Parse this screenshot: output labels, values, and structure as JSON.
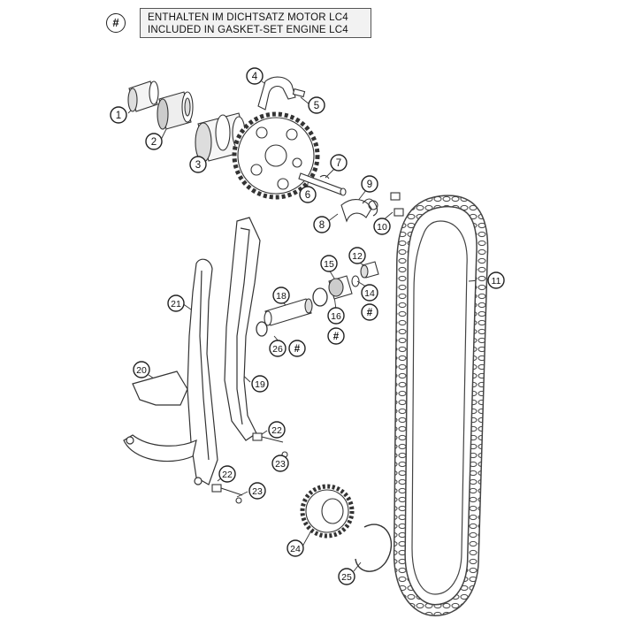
{
  "legend": {
    "symbol": "#",
    "line_de": "ENTHALTEN IM DICHTSATZ MOTOR LC4",
    "line_en": "INCLUDED IN GASKET-SET ENGINE LC4"
  },
  "callouts": [
    {
      "id": "c1",
      "label": "1"
    },
    {
      "id": "c2",
      "label": "2"
    },
    {
      "id": "c3",
      "label": "3"
    },
    {
      "id": "c4",
      "label": "4"
    },
    {
      "id": "c5",
      "label": "5"
    },
    {
      "id": "c6",
      "label": "6"
    },
    {
      "id": "c7",
      "label": "7"
    },
    {
      "id": "c8",
      "label": "8"
    },
    {
      "id": "c9",
      "label": "9"
    },
    {
      "id": "c10",
      "label": "10"
    },
    {
      "id": "c11",
      "label": "11"
    },
    {
      "id": "c12",
      "label": "12"
    },
    {
      "id": "c14",
      "label": "14"
    },
    {
      "id": "c14h",
      "label": "#"
    },
    {
      "id": "c15",
      "label": "15"
    },
    {
      "id": "c16",
      "label": "16"
    },
    {
      "id": "c16h",
      "label": "#"
    },
    {
      "id": "c18",
      "label": "18"
    },
    {
      "id": "c19",
      "label": "19"
    },
    {
      "id": "c20",
      "label": "20"
    },
    {
      "id": "c21",
      "label": "21"
    },
    {
      "id": "c22a",
      "label": "22"
    },
    {
      "id": "c22b",
      "label": "22"
    },
    {
      "id": "c23a",
      "label": "23"
    },
    {
      "id": "c23b",
      "label": "23"
    },
    {
      "id": "c24",
      "label": "24"
    },
    {
      "id": "c25",
      "label": "25"
    },
    {
      "id": "c26",
      "label": "26"
    },
    {
      "id": "c26h",
      "label": "#"
    }
  ]
}
